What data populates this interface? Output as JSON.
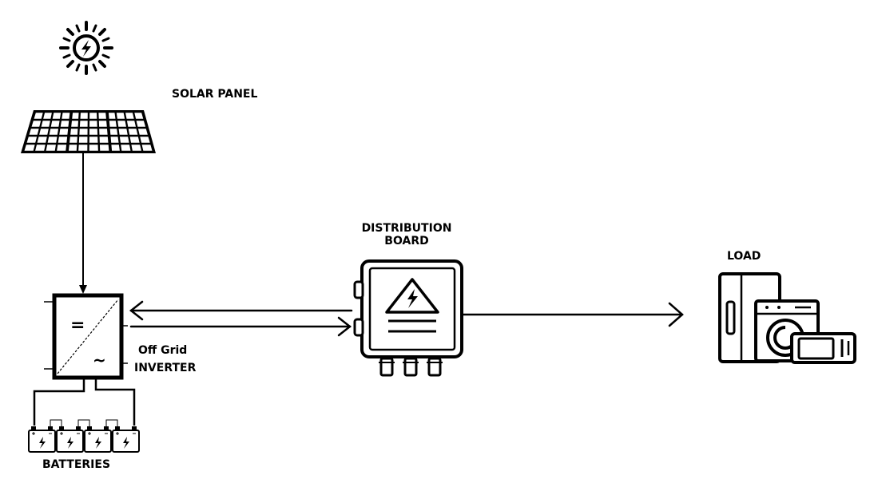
{
  "labels": {
    "solar_panel": "SOLAR PANEL",
    "distribution_board_line1": "DISTRIBUTION",
    "distribution_board_line2": "BOARD",
    "load": "LOAD",
    "inverter_line1": "Off Grid",
    "inverter_line2": "INVERTER",
    "batteries": "BATTERIES"
  },
  "inverter": {
    "dc_symbol": "=",
    "ac_symbol": "~"
  },
  "colors": {
    "stroke": "#000000",
    "background": "#ffffff"
  },
  "icons": [
    "sun-icon",
    "solar-panel-icon",
    "inverter-icon",
    "battery-icon",
    "distribution-board-icon",
    "high-voltage-icon",
    "appliances-icon"
  ]
}
